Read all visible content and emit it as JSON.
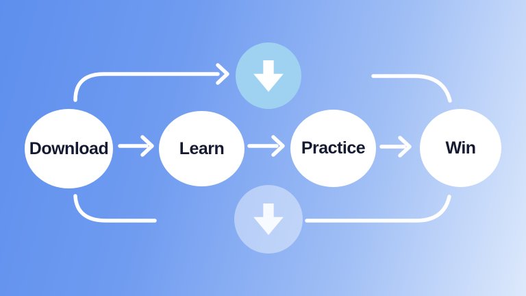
{
  "diagram": {
    "type": "flowchart",
    "steps": [
      {
        "id": "download",
        "label": "Download"
      },
      {
        "id": "learn",
        "label": "Learn"
      },
      {
        "id": "practice",
        "label": "Practice"
      },
      {
        "id": "win",
        "label": "Win"
      }
    ],
    "main_flow": "Download → Learn → Practice → Win",
    "top_branch": "curved arrow from Download up to down-arrow badge, curved line down to Win",
    "bottom_branch": "curved line from Download down past down-arrow badge, curved line up to Win"
  },
  "icons": {
    "top_badge_icon": "down-arrow-icon",
    "bottom_badge_icon": "down-arrow-icon"
  },
  "colors": {
    "background_gradient": [
      "#5e8fee",
      "#6f9bf0",
      "#9fbef5",
      "#dde9fc"
    ],
    "node_fill": "#ffffff",
    "node_text": "#151a31",
    "connector": "#ffffff",
    "top_badge_fill": "#9fd2f0",
    "bottom_badge_fill": "rgba(255,255,255,0.42)",
    "badge_arrow": "#ffffff"
  }
}
